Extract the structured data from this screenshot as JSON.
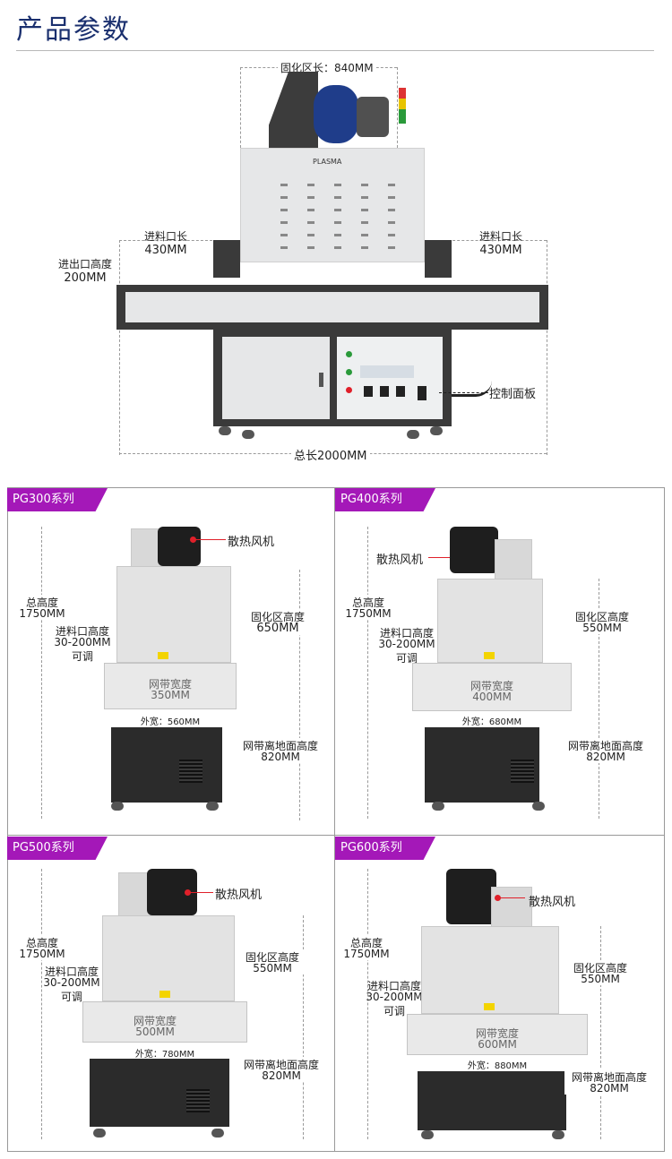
{
  "page_title": "产品参数",
  "hero": {
    "cure_length": "固化区长：840MM",
    "inlet_left_label": "进料口长",
    "inlet_left_value": "430MM",
    "inlet_right_label": "进料口长",
    "inlet_right_value": "430MM",
    "io_height_label": "进出口高度",
    "io_height_value": "200MM",
    "control_panel": "控制面板",
    "total_length": "总长2000MM",
    "brand": "PLASMA"
  },
  "series": [
    {
      "tag": "PG300系列",
      "fan": "散热风机",
      "total_height_label": "总高度",
      "total_height_value": "1750MM",
      "inlet_label": "进料口高度",
      "inlet_range": "30-200MM",
      "inlet_adj": "可调",
      "cure_height_label": "固化区高度",
      "cure_height_value": "650MM",
      "belt_width_label": "网带宽度",
      "belt_width_value": "350MM",
      "outer_width": "外宽：560MM",
      "belt_ground_label": "网带离地面高度",
      "belt_ground_value": "820MM"
    },
    {
      "tag": "PG400系列",
      "fan": "散热风机",
      "total_height_label": "总高度",
      "total_height_value": "1750MM",
      "inlet_label": "进料口高度",
      "inlet_range": "30-200MM",
      "inlet_adj": "可调",
      "cure_height_label": "固化区高度",
      "cure_height_value": "550MM",
      "belt_width_label": "网带宽度",
      "belt_width_value": "400MM",
      "outer_width": "外宽：680MM",
      "belt_ground_label": "网带离地面高度",
      "belt_ground_value": "820MM"
    },
    {
      "tag": "PG500系列",
      "fan": "散热风机",
      "total_height_label": "总高度",
      "total_height_value": "1750MM",
      "inlet_label": "进料口高度",
      "inlet_range": "30-200MM",
      "inlet_adj": "可调",
      "cure_height_label": "固化区高度",
      "cure_height_value": "550MM",
      "belt_width_label": "网带宽度",
      "belt_width_value": "500MM",
      "outer_width": "外宽：780MM",
      "belt_ground_label": "网带离地面高度",
      "belt_ground_value": "820MM"
    },
    {
      "tag": "PG600系列",
      "fan": "散热风机",
      "total_height_label": "总高度",
      "total_height_value": "1750MM",
      "inlet_label": "进料口高度",
      "inlet_range": "30-200MM",
      "inlet_adj": "可调",
      "cure_height_label": "固化区高度",
      "cure_height_value": "550MM",
      "belt_width_label": "网带宽度",
      "belt_width_value": "600MM",
      "outer_width": "外宽：880MM",
      "belt_ground_label": "网带离地面高度",
      "belt_ground_value": "820MM"
    }
  ]
}
